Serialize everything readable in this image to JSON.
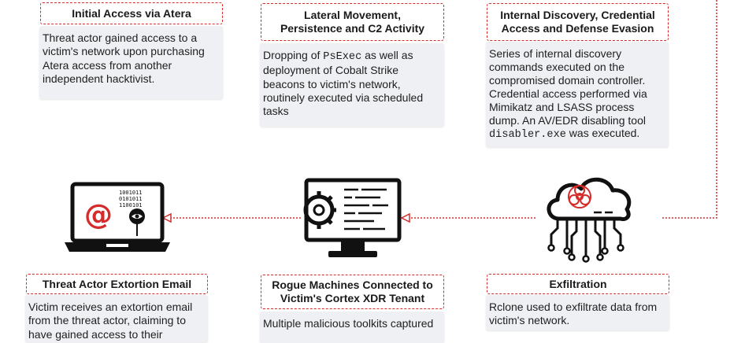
{
  "steps": {
    "initial_access": {
      "title": "Initial Access via Atera",
      "body": "Threat actor gained access to a victim's network upon purchasing Atera access from another independent hacktivist."
    },
    "lateral_movement": {
      "title_line1": "Lateral Movement,",
      "title_line2": "Persistence and C2 Activity",
      "body_pre": "Dropping of ",
      "body_code": "PsExec",
      "body_post": " as well as deployment of Cobalt Strike beacons to victim's network, routinely executed via scheduled tasks"
    },
    "internal_discovery": {
      "title_line1": "Internal Discovery, Credential",
      "title_line2": "Access and Defense Evasion",
      "body_pre": "Series of internal discovery commands executed on the compromised domain controller. Credential access performed via Mimikatz and LSASS process dump. An AV/EDR disabling tool ",
      "body_code": "disabler.exe",
      "body_post": " was executed."
    },
    "extortion_email": {
      "title": "Threat Actor Extortion Email",
      "body": "Victim receives an extortion email from the threat actor, claiming to have gained access to their"
    },
    "rogue_machines": {
      "title_line1": "Rogue Machines Connected to",
      "title_line2": "Victim's Cortex XDR Tenant",
      "body": "Multiple malicious toolkits captured"
    },
    "exfiltration": {
      "title": "Exfiltration",
      "body": "Rclone used to exfiltrate data from victim's network."
    }
  },
  "icons": [
    "laptop-email-icon",
    "monitor-gear-icon",
    "cloud-biohazard-icon"
  ],
  "colors": {
    "accent": "#d42b2b",
    "card_bg": "#eef0f3",
    "icon": "#111111"
  }
}
